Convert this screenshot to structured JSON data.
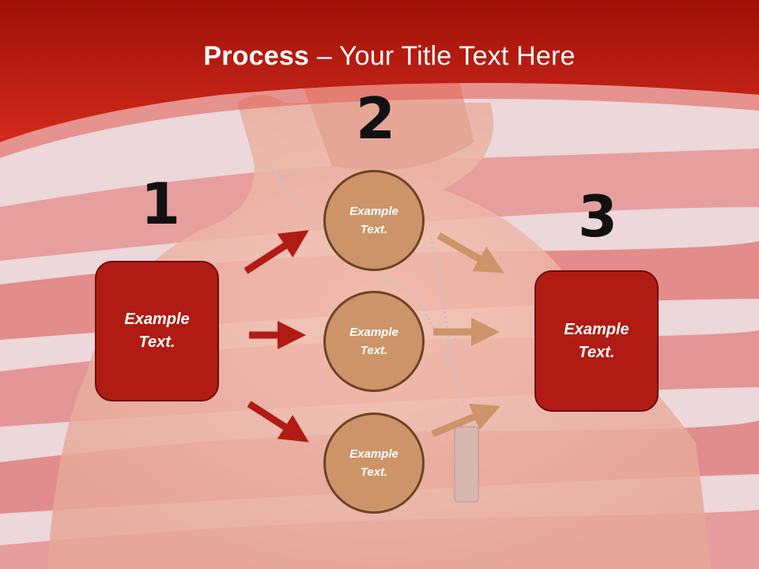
{
  "title": {
    "bold": "Process",
    "rest": " – Your Title Text Here"
  },
  "steps": [
    {
      "number": "1",
      "text_line1": "Example",
      "text_line2": "Text."
    },
    {
      "number": "2"
    },
    {
      "number": "3",
      "text_line1": "Example",
      "text_line2": "Text."
    }
  ],
  "circles": [
    {
      "text_line1": "Example",
      "text_line2": "Text."
    },
    {
      "text_line1": "Example",
      "text_line2": "Text."
    },
    {
      "text_line1": "Example",
      "text_line2": "Text."
    }
  ],
  "colors": {
    "box_fill": "#b01c14",
    "circle_fill": "#cc9468",
    "left_arrows": "#b01c14",
    "right_arrows": "#cc9468",
    "header_red": "#c71d12"
  }
}
